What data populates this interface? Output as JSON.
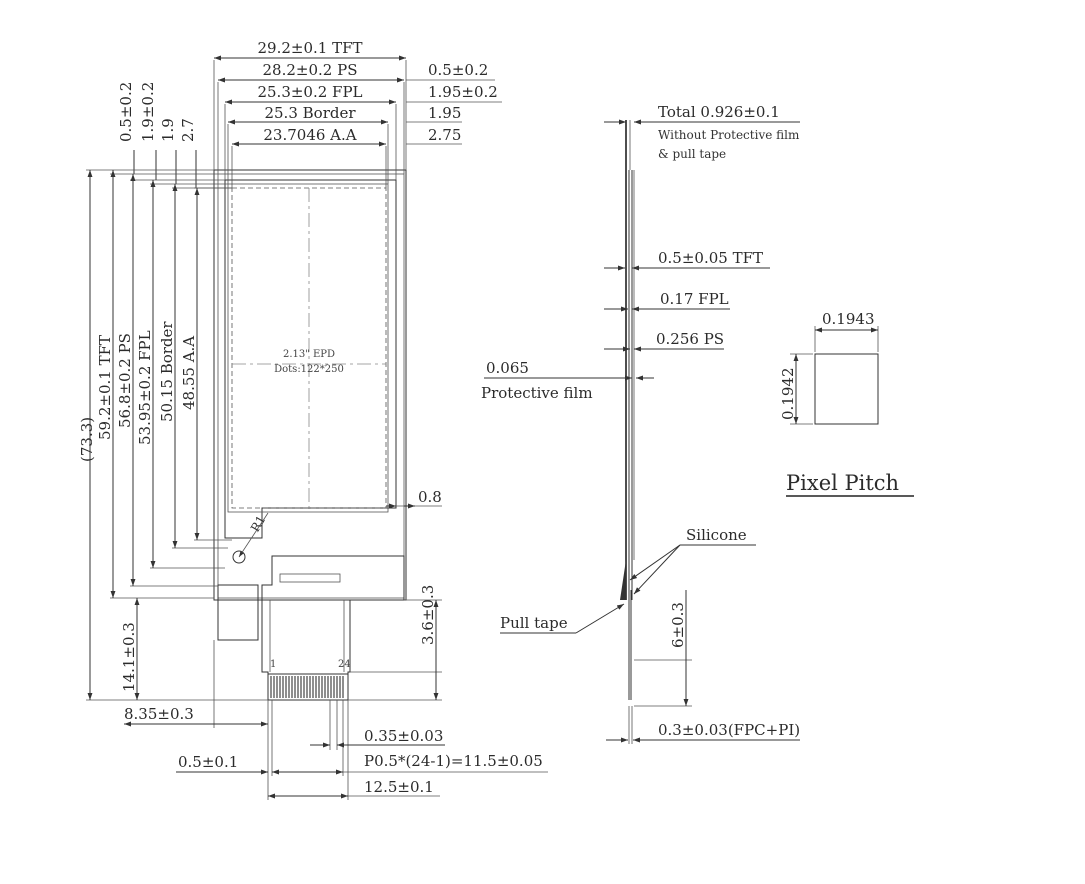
{
  "front_view": {
    "top_dims": {
      "tft": "29.2±0.1 TFT",
      "ps": "28.2±0.2 PS",
      "fpl": "25.3±0.2 FPL",
      "border": "25.3 Border",
      "aa": "23.7046 A.A",
      "r_ps": "0.5±0.2",
      "r_fpl": "1.95±0.2",
      "r_border": "1.95",
      "r_aa": "2.75"
    },
    "left_top_dims": [
      "0.5±0.2",
      "1.9±0.2",
      "1.9",
      "2.7"
    ],
    "vertical_dims": {
      "overall": "(73.3)",
      "tft": "59.2±0.1 TFT",
      "ps": "56.8±0.2 PS",
      "fpl": "53.95±0.2 FPL",
      "border": "50.15 Border",
      "aa": "48.55 A.A"
    },
    "center_label": [
      "2.13\" EPD",
      "Dots:122*250"
    ],
    "corner_radius": "R1",
    "right_gap": "0.8",
    "fpc_height": "3.6±0.3",
    "fpc_total": "14.1±0.3",
    "fpc_offset": "8.35±0.3",
    "pin_first": "1",
    "pin_last": "24",
    "pin_width": "0.35±0.03",
    "pitch": "P0.5*(24-1)=11.5±0.05",
    "edge": "0.5±0.1",
    "fpc_width": "12.5±0.1"
  },
  "side_view": {
    "total": "Total 0.926±0.1",
    "total_note_1": "Without Protective film",
    "total_note_2": "& pull tape",
    "tft": "0.5±0.05 TFT",
    "fpl": "0.17 FPL",
    "ps": "0.256 PS",
    "pf_value": "0.065",
    "pf_label": "Protective film",
    "silicone": "Silicone",
    "pull_tape": "Pull tape",
    "tail": "6±0.3",
    "fpc_thk": "0.3±0.03(FPC+PI)"
  },
  "pixel_pitch": {
    "width": "0.1943",
    "height": "0.1942",
    "title": "Pixel Pitch"
  }
}
